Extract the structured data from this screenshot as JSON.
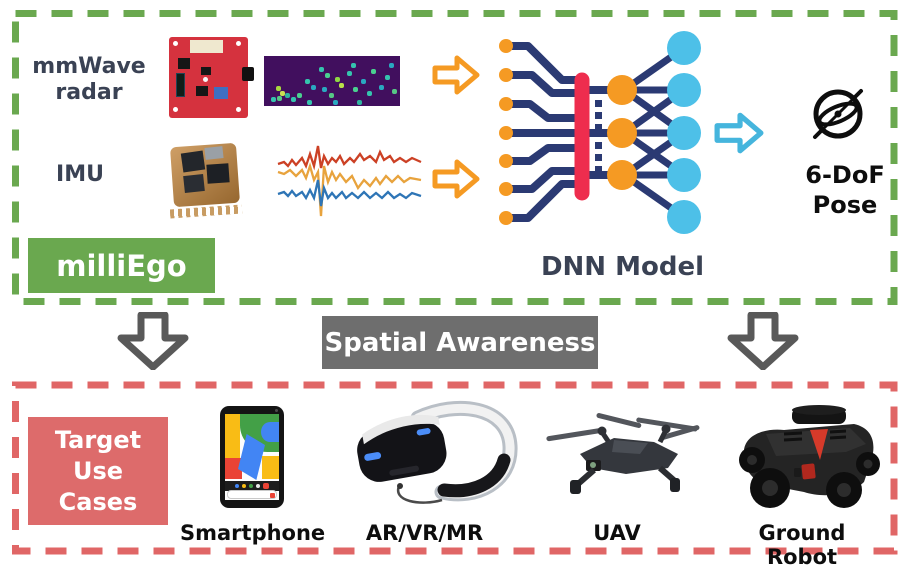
{
  "pipeline": {
    "inputs": [
      {
        "label_line1": "mmWave",
        "label_line2": "radar"
      },
      {
        "label_line1": "IMU"
      }
    ],
    "model": {
      "label": "DNN Model"
    },
    "framework": {
      "label": "milliEgo"
    },
    "output": {
      "label_line1": "6-DoF",
      "label_line2": "Pose"
    }
  },
  "banner": {
    "label": "Spatial Awareness"
  },
  "use_cases": {
    "title_line1": "Target",
    "title_line2": "Use",
    "title_line3": "Cases",
    "items": [
      {
        "label": "Smartphone"
      },
      {
        "label": "AR/VR/MR"
      },
      {
        "label": "UAV"
      },
      {
        "label": "Ground Robot"
      }
    ]
  },
  "icons": {
    "flow_arrow": "right-arrow",
    "output_arrow": "right-arrow",
    "down_arrow": "down-arrow",
    "pose_icon": "gyroscope"
  },
  "colors": {
    "pipeline_border": "#6aa84f",
    "use_cases_border": "#e06666",
    "framework_bg": "#6aa84f",
    "use_cases_bg": "#dd6b6b",
    "banner_bg": "#6e6e6e",
    "flow_arrow": "#f59a23",
    "output_arrow": "#45b5dd",
    "dnn_navy": "#2b3a73",
    "dnn_orange": "#f59a23",
    "dnn_red": "#ee2d4e",
    "dnn_cyan": "#4dc0e8",
    "label_text": "#3a4254",
    "down_arrow": "#595959"
  }
}
